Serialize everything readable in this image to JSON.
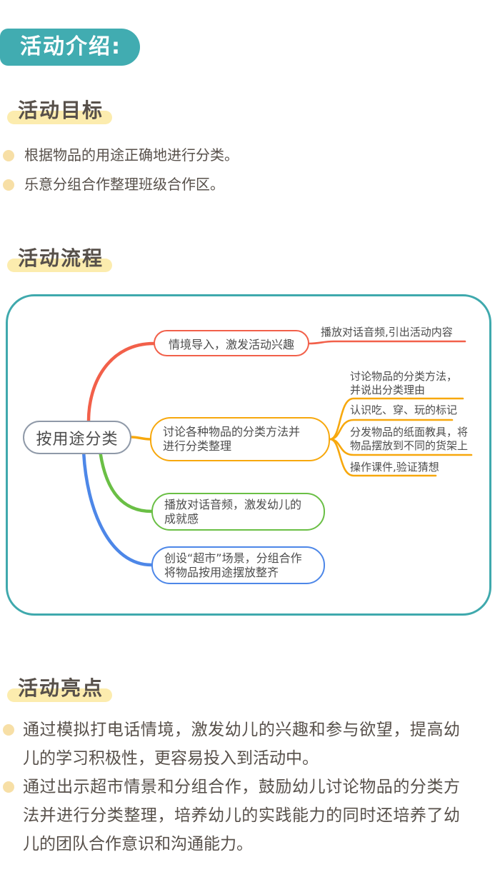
{
  "header": {
    "badge": "活动介绍:"
  },
  "colors": {
    "teal": "#41acb1",
    "highlight_yellow": "#fcecae",
    "bullet_cream": "#f7dfa6",
    "body_text": "#57504a",
    "map_text": "#4c4c4c",
    "branch_red": "#f2604a",
    "branch_amber": "#f7a80d",
    "branch_green": "#6abf45",
    "branch_blue": "#4d87e8",
    "root_border": "#8f99a8"
  },
  "sections": {
    "goals": {
      "heading": "活动目标",
      "items": [
        "根据物品的用途正确地进行分类。",
        "乐意分组合作整理班级合作区。"
      ]
    },
    "process": {
      "heading": "活动流程",
      "mindmap": {
        "root": "按用途分类",
        "branches": [
          {
            "color": "red",
            "label": "情境导入，激发活动兴趣",
            "children": [
              "播放对话音频,引出活动内容"
            ]
          },
          {
            "color": "amber",
            "label": "讨论各种物品的分类方法并进行分类整理",
            "children": [
              "讨论物品的分类方法，并说出分类理由",
              "认识吃、穿、玩的标记",
              "分发物品的纸面教具，将物品摆放到不同的货架上",
              "操作课件,验证猜想"
            ]
          },
          {
            "color": "green",
            "label": "播放对话音频，激发幼儿的成就感",
            "children": []
          },
          {
            "color": "blue",
            "label": "创设“超市”场景，分组合作将物品按用途摆放整齐",
            "children": []
          }
        ]
      }
    },
    "highlights": {
      "heading": "活动亮点",
      "items": [
        "通过模拟打电话情境，激发幼儿的兴趣和参与欲望，提高幼儿的学习积极性，更容易投入到活动中。",
        "通过出示超市情景和分组合作，鼓励幼儿讨论物品的分类方法并进行分类整理，培养幼儿的实践能力的同时还培养了幼儿的团队合作意识和沟通能力。"
      ]
    }
  }
}
